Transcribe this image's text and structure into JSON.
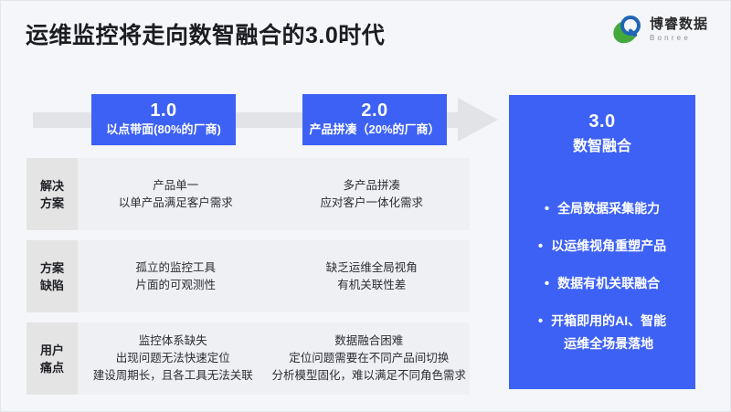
{
  "header": {
    "title": "运维监控将走向数智融合的3.0时代",
    "logo": {
      "cn": "博睿数据",
      "en": "Bonree",
      "mark_name": "bonree-logo-mark",
      "green": "#43a93c",
      "blue": "#1f66b5"
    }
  },
  "theme": {
    "background": "#f4f6fa",
    "accent_blue": "#3d61f5",
    "arrow_gray": "#e2e3e6",
    "panel_gray": "#eef0f4",
    "label_gray": "#e4e4e4",
    "text_dark": "#1b1d21"
  },
  "timeline": {
    "arrow_name": "progress-arrow",
    "stages": [
      {
        "num": "1.0",
        "sub": "以点带面(80%的厂商)"
      },
      {
        "num": "2.0",
        "sub": "产品拼凑（20%的厂商）"
      }
    ]
  },
  "panel3": {
    "num": "3.0",
    "sub": "数智融合",
    "bullet_glyph": "•",
    "bullets": [
      "全局数据采集能力",
      "以运维视角重塑产品",
      "数据有机关联融合",
      "开箱即用的AI、智能\n运维全场景落地"
    ]
  },
  "rows": [
    {
      "label": "解决\n方案",
      "cells": [
        {
          "lines": [
            "产品单一",
            "以单产品满足客户需求"
          ]
        },
        {
          "lines": [
            "多产品拼凑",
            "应对客户一体化需求"
          ]
        }
      ]
    },
    {
      "label": "方案\n缺陷",
      "cells": [
        {
          "lines": [
            "孤立的监控工具",
            "片面的可观测性"
          ]
        },
        {
          "lines": [
            "缺乏运维全局视角",
            "有机关联性差"
          ]
        }
      ]
    },
    {
      "label": "用户\n痛点",
      "cells": [
        {
          "lines": [
            "监控体系缺失",
            "出现问题无法快速定位",
            "建设周期长，且各工具无法关联"
          ]
        },
        {
          "lines": [
            "数据融合困难",
            "定位问题需要在不同产品间切换",
            "分析模型固化，难以满足不同角色需求"
          ]
        }
      ]
    }
  ]
}
